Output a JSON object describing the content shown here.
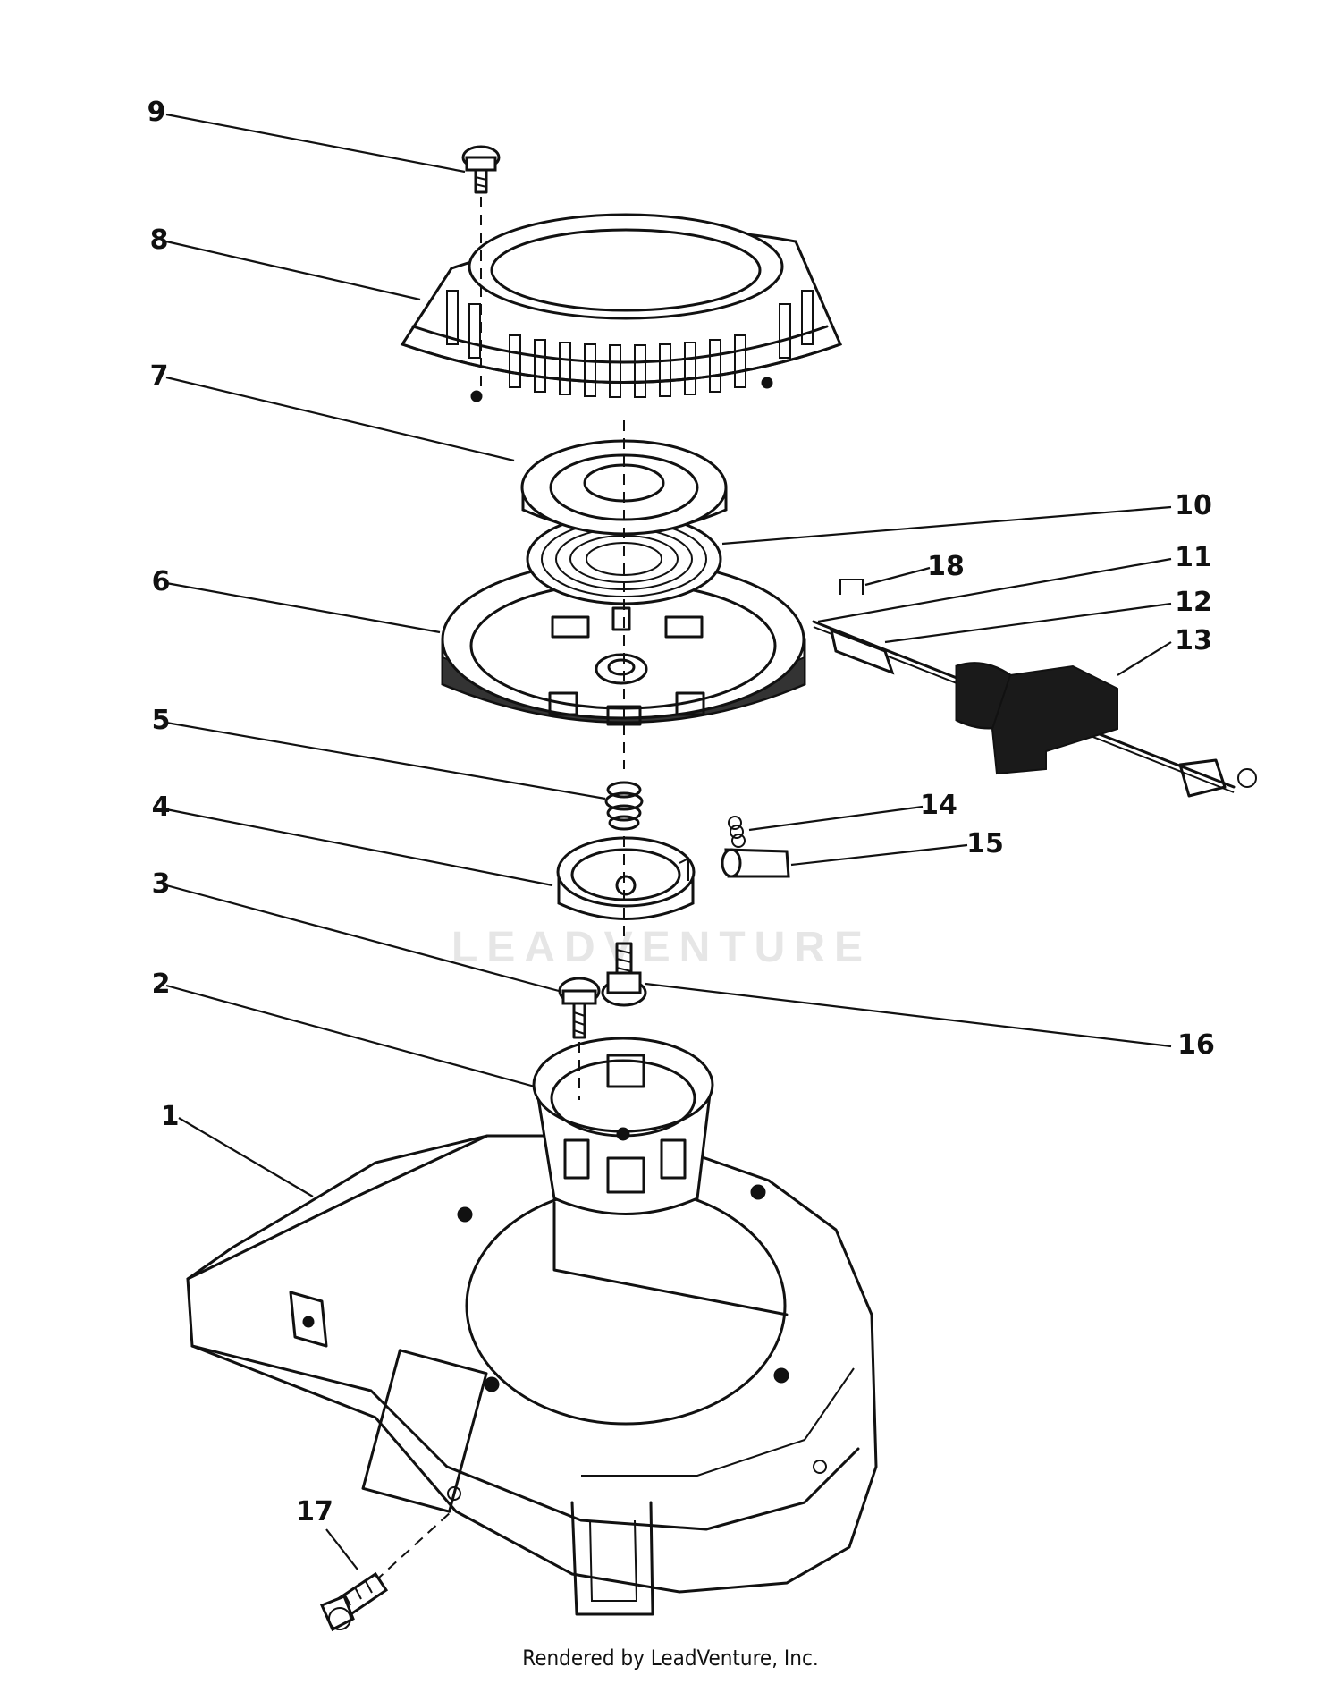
{
  "diagram": {
    "watermark": "LEADVENTURE",
    "footer": "Rendered by LeadVenture, Inc.",
    "callouts": [
      "1",
      "2",
      "3",
      "4",
      "5",
      "6",
      "7",
      "8",
      "9",
      "10",
      "11",
      "12",
      "13",
      "14",
      "15",
      "16",
      "17",
      "18"
    ]
  }
}
